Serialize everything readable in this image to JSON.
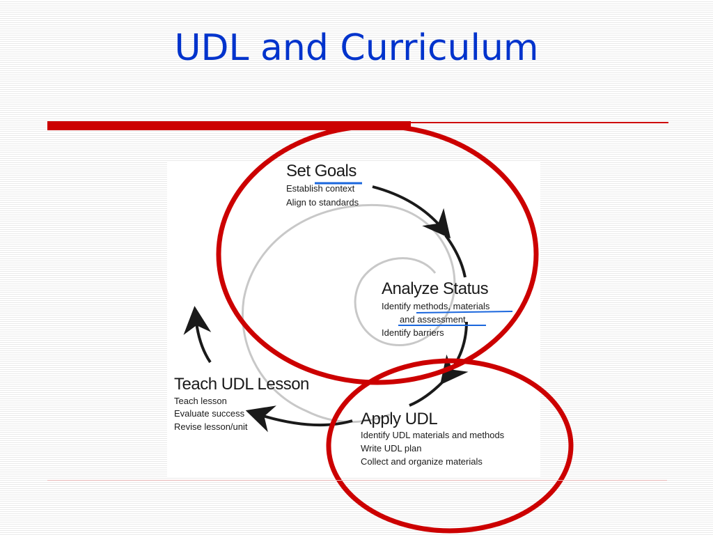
{
  "slide": {
    "title": "UDL and Curriculum"
  },
  "diagram": {
    "steps": [
      {
        "title": "Set Goals",
        "lines": [
          "Establish context",
          "Align to standards"
        ]
      },
      {
        "title": "Analyze Status",
        "lines": [
          "Identify methods, materials",
          "and  assessment",
          "Identify barriers"
        ]
      },
      {
        "title": "Apply UDL",
        "lines": [
          "Identify UDL materials and methods",
          "Write UDL plan",
          "Collect and organize materials"
        ]
      },
      {
        "title": "Teach UDL Lesson",
        "lines": [
          "Teach lesson",
          "Evaluate success",
          "Revise lesson/unit"
        ]
      }
    ]
  },
  "colors": {
    "title_text": "#0033cc",
    "rule_and_circles": "#cc0000",
    "underline": "#1a66dd",
    "arrow": "#1a1a1a",
    "spiral": "#c8c8c8"
  }
}
